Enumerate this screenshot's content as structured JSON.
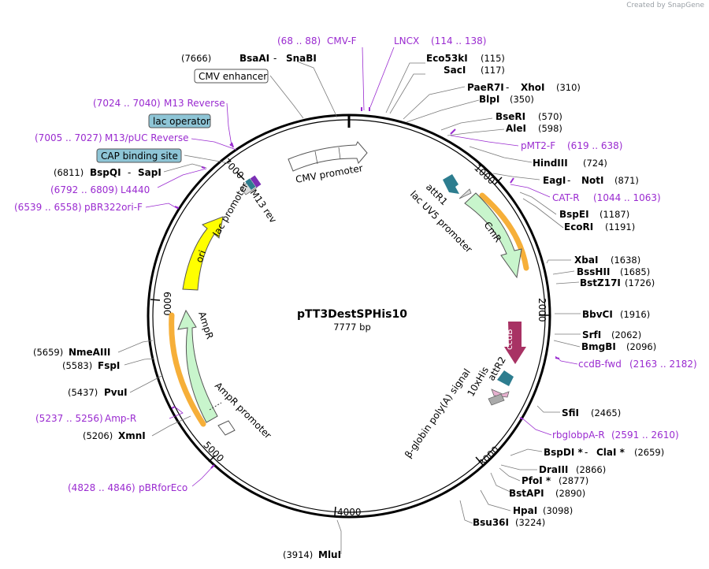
{
  "credit": "Created by SnapGene",
  "plasmid": {
    "name": "pTT3DestSPHis10",
    "size": "7777 bp"
  },
  "scale_labels": [
    "1000",
    "2000",
    "3000",
    "4000",
    "5000",
    "6000",
    "7000"
  ],
  "sites": [
    {
      "name": "BsaAI",
      "sep": " - ",
      "name2": "SnaBI",
      "pos": "(7666)"
    },
    {
      "name": "Eco53kI",
      "pos": "(115)"
    },
    {
      "name": "SacI",
      "pos": "(117)"
    },
    {
      "name": "PaeR7I",
      "sep": " - ",
      "name2": "XhoI",
      "pos": "(310)"
    },
    {
      "name": "BlpI",
      "pos": "(350)"
    },
    {
      "name": "BseRI",
      "pos": "(570)"
    },
    {
      "name": "AleI",
      "pos": "(598)"
    },
    {
      "name": "HindIII",
      "pos": "(724)"
    },
    {
      "name": "EagI",
      "sep": " - ",
      "name2": "NotI",
      "pos": "(871)"
    },
    {
      "name": "BspEI",
      "pos": "(1187)"
    },
    {
      "name": "EcoRI",
      "pos": "(1191)"
    },
    {
      "name": "XbaI",
      "pos": "(1638)"
    },
    {
      "name": "BssHII",
      "pos": "(1685)"
    },
    {
      "name": "BstZ17I",
      "pos": "(1726)"
    },
    {
      "name": "BbvCI",
      "pos": "(1916)"
    },
    {
      "name": "SrfI",
      "pos": "(2062)"
    },
    {
      "name": "BmgBI",
      "pos": "(2096)"
    },
    {
      "name": "SfiI",
      "pos": "(2465)"
    },
    {
      "name": "BspDI *",
      "sep": " - ",
      "name2": "ClaI *",
      "pos": "(2659)"
    },
    {
      "name": "DraIII",
      "pos": "(2866)"
    },
    {
      "name": "PfoI *",
      "pos": "(2877)"
    },
    {
      "name": "BstAPI",
      "pos": "(2890)"
    },
    {
      "name": "HpaI",
      "pos": "(3098)"
    },
    {
      "name": "Bsu36I",
      "pos": "(3224)"
    },
    {
      "name": "MluI",
      "pos": "(3914)"
    },
    {
      "name": "XmnI",
      "pos": "(5206)"
    },
    {
      "name": "PvuI",
      "pos": "(5437)"
    },
    {
      "name": "FspI",
      "pos": "(5583)"
    },
    {
      "name": "NmeAIII",
      "pos": "(5659)"
    },
    {
      "name": "BspQI",
      "sep": " - ",
      "name2": "SapI",
      "pos": "(6811)"
    }
  ],
  "primers": [
    {
      "name": "CMV-F",
      "range": "(68 .. 88)"
    },
    {
      "name": "LNCX",
      "range": "(114 .. 138)"
    },
    {
      "name": "pMT2-F",
      "range": "(619 .. 638)"
    },
    {
      "name": "CAT-R",
      "range": "(1044 .. 1063)"
    },
    {
      "name": "ccdB-fwd",
      "range": "(2163 .. 2182)"
    },
    {
      "name": "rbglobpA-R",
      "range": "(2591 .. 2610)"
    },
    {
      "name": "pBRforEco",
      "range": "(4828 .. 4846)"
    },
    {
      "name": "Amp-R",
      "range": "(5237 .. 5256)"
    },
    {
      "name": "pBR322ori-F",
      "range": "(6539 .. 6558)"
    },
    {
      "name": "L4440",
      "range": "(6792 .. 6809)"
    },
    {
      "name": "M13/pUC Reverse",
      "range": "(7005 .. 7027)"
    },
    {
      "name": "M13 Reverse",
      "range": "(7024 .. 7040)"
    }
  ],
  "boxed_labels": [
    {
      "text": "CMV enhancer",
      "color": "#ffffff"
    },
    {
      "text": "lac operator",
      "color": "#8ec5d6"
    },
    {
      "text": "CAP binding site",
      "color": "#8ec5d6"
    }
  ],
  "features": {
    "cmv_promoter": "CMV promoter",
    "attR1": "attR1",
    "lac_uv5": "lac UV5 promoter",
    "cmr": "CmR",
    "ccdb": "ccdB",
    "attR2": "attR2",
    "his": "10xHis",
    "globin": "β-globin poly(A) signal",
    "ori": "ori",
    "ampr": "AmpR",
    "ampr_promoter": "AmpR promoter",
    "lac_promoter": "lac promoter",
    "m13rev": "M13 rev"
  },
  "colors": {
    "backbone": "#000000",
    "primer": "#9a2bd0",
    "cmr": "#c8f5cc",
    "ampr": "#c8f5cc",
    "ori": "#ffff00",
    "ccdb": "#a83264",
    "att": "#2d7d8f",
    "orange_band": "#f5a623",
    "blue_box": "#8ec5d6"
  }
}
